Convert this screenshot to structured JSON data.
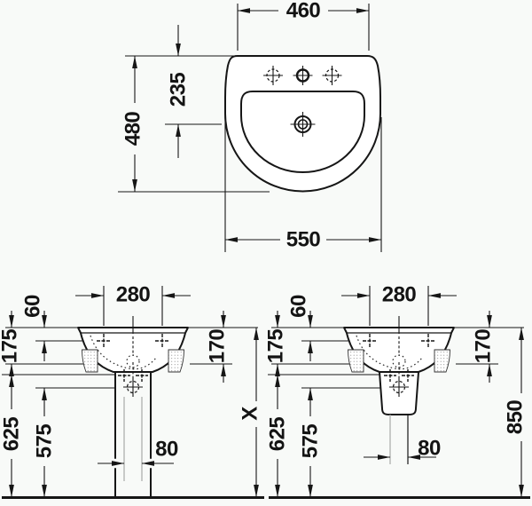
{
  "page": {
    "background": "#f6f8f6"
  },
  "drawing": {
    "line_color": "#161616",
    "gray_line_color": "#a9a9a9",
    "top_view": {
      "width_top": "460",
      "drain_from_rear": "235",
      "depth": "480",
      "width_max": "550"
    },
    "front_left": {
      "fixing_hole_spacing": "280",
      "rim_to_hole_top": "60",
      "rim_to_rear_bottom": "175",
      "rim_to_side_bottom": "170",
      "floor_to_upper_line": "625",
      "floor_to_lower_line": "575",
      "outlet_width": "80",
      "overall_height": "X"
    },
    "front_right": {
      "fixing_hole_spacing": "280",
      "rim_to_hole_top": "60",
      "rim_to_rear_bottom": "175",
      "rim_to_side_bottom": "170",
      "floor_to_upper_line": "625",
      "floor_to_lower_line": "575",
      "outlet_width": "80",
      "overall_height": "850"
    }
  }
}
